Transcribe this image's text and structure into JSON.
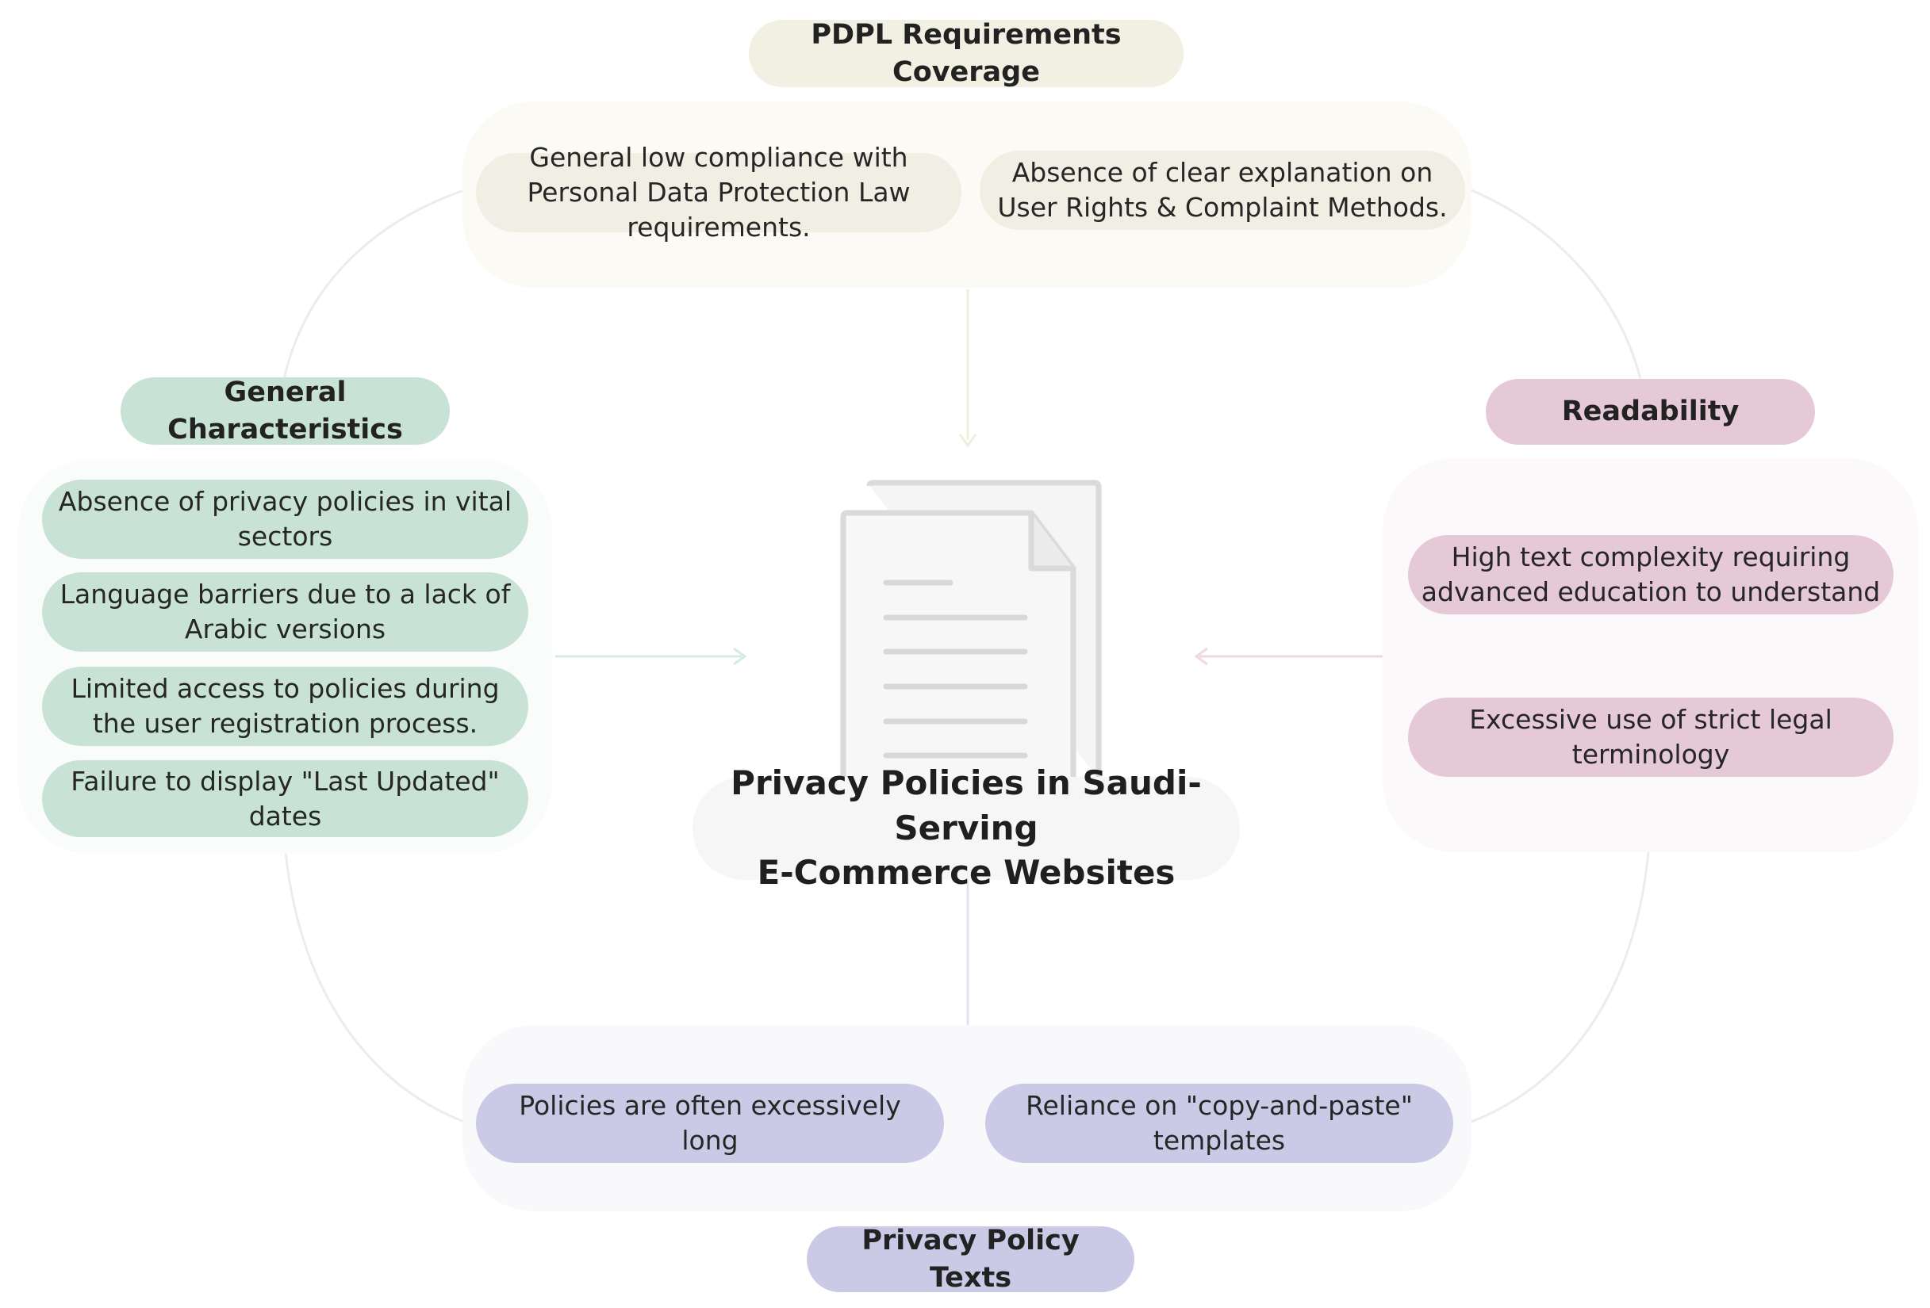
{
  "colors": {
    "pdpl_title": "#f2efe3",
    "pdpl_item": "#f1efe3",
    "pdpl_group": "#fbfaf4",
    "general_title": "#c8e3d6",
    "general_item": "#c8e3d6",
    "general_group": "#fafcfb",
    "readability_title": "#e6c9d6",
    "readability_item": "#e6c9d6",
    "readability_group": "#fcf9fa",
    "texts_title": "#cbcae6",
    "texts_item": "#cbcae6",
    "texts_group": "#f9f9fc",
    "center_label": "#f6f6f6"
  },
  "center": {
    "icon": "document-icon",
    "title_line1": "Privacy Policies in Saudi-Serving",
    "title_line2": "E-Commerce Websites"
  },
  "groups": {
    "pdpl": {
      "title": "PDPL Requirements Coverage",
      "items": [
        "General low compliance with Personal Data Protection Law requirements.",
        "Absence of clear explanation on User Rights & Complaint Methods."
      ]
    },
    "general": {
      "title": "General Characteristics",
      "items": [
        "Absence of privacy policies in vital sectors",
        "Language barriers due to a lack of Arabic versions",
        "Limited access to policies during the user registration process.",
        "Failure to display \"Last Updated\" dates"
      ]
    },
    "readability": {
      "title": "Readability",
      "items": [
        "High text complexity requiring advanced education to understand",
        "Excessive use of strict legal terminology"
      ]
    },
    "texts": {
      "title": "Privacy Policy Texts",
      "items": [
        "Policies are often excessively long",
        "Reliance on  \"copy-and-paste\" templates"
      ]
    }
  }
}
